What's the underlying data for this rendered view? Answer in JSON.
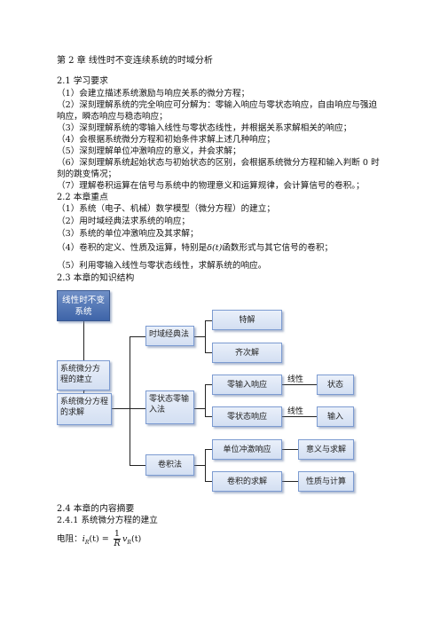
{
  "chapter_title": "第 2 章  线性时不变连续系统的时域分析",
  "s21": {
    "heading": "2.1  学习要求",
    "items": [
      "（1）会建立描述系统激励与响应关系的微分方程；",
      "（2）深刻理解系统的完全响应可分解为：零输入响应与零状态响应，自由响应与强迫响应，瞬态响应与稳态响应；",
      "（3）深刻理解系统的零输入线性与零状态线性，并根据关系求解相关的响应；",
      "（4）会根据系统微分方程和初始条件求解上述几种响应；",
      "（5）深刻理解单位冲激响应的意义，并会求解；",
      "（6）深刻理解系统起始状态与初始状态的区别，会根据系统微分方程和输入判断 0 时刻的跳变情况；",
      "（7）理解卷积运算在信号与系统中的物理意义和运算规律，会计算信号的卷积。；"
    ]
  },
  "s22": {
    "heading": "2.2  本章重点",
    "items": [
      "（1）系统（电子、机械）数学模型（微分方程）的建立；",
      "（2）用时域经典法求系统的响应；",
      "（3）系统的单位冲激响应及其求解；"
    ],
    "item4_a": "（4）卷积的定义、性质及运算，特别是",
    "item4_delta": "δ(t)",
    "item4_b": "函数形式与其它信号的卷积；",
    "item5": "（5）利用零输入线性与零状态线性，求解系统的响应。"
  },
  "s23": {
    "heading": "2.3  本章的知识结构"
  },
  "diagram": {
    "root": "线性时不变系统",
    "model": "系统微分方程的建立",
    "solve": "系统微分方程的求解",
    "classic": "时域经典法",
    "particular": "特解",
    "homogeneous": "齐次解",
    "zero_method": "零状态零输入法",
    "zero_input": "零输入响应",
    "zero_state": "零状态响应",
    "state": "状态",
    "input": "输入",
    "linear1": "线性",
    "linear2": "线性",
    "convolution": "卷积法",
    "impulse": "单位冲激响应",
    "meaning": "意义与求解",
    "conv_solve": "卷积的求解",
    "properties": "性质与计算"
  },
  "s24": {
    "heading": "2.4  本章的内容摘要",
    "sub": "2.4.1 系统微分方程的建立",
    "resistor_label": "电阻：",
    "lhs": "i",
    "lhs_sub": "R",
    "lhs_arg": "(t) =",
    "frac_num": "1",
    "frac_den": "R",
    "rhs": "v",
    "rhs_sub": "R",
    "rhs_arg": "(t)"
  },
  "colors": {
    "box_fill": "#dde6f5",
    "box_border": "#7c9bd1",
    "root_fill": "#4a6fb0"
  }
}
